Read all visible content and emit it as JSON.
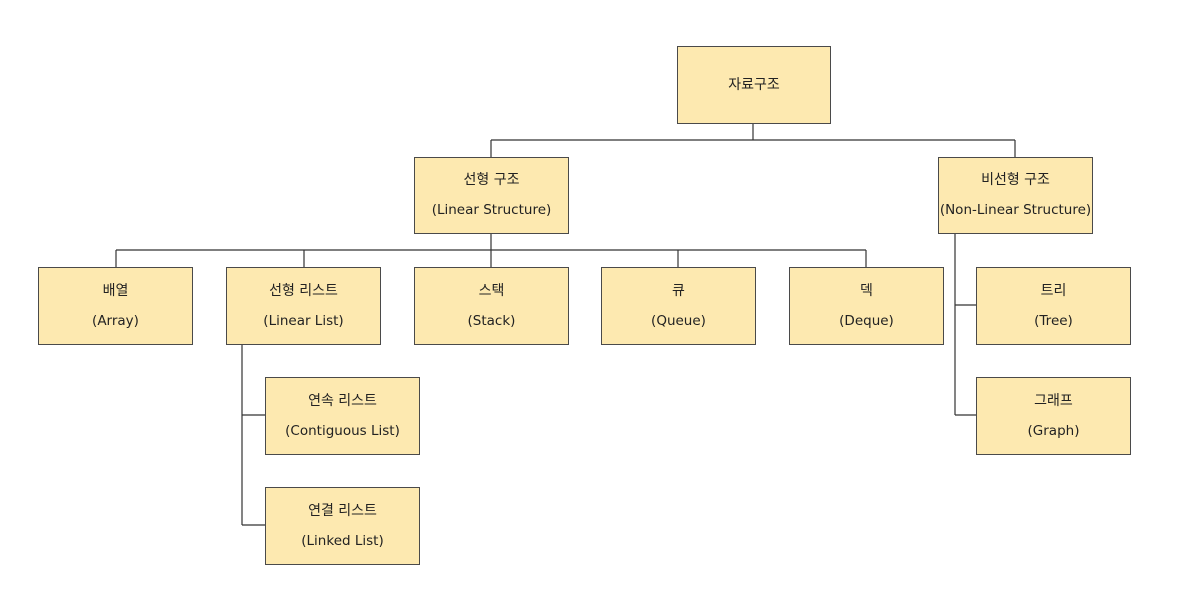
{
  "diagram": {
    "root": {
      "ko": "자료구조"
    },
    "linear": {
      "ko": "선형 구조",
      "en": "(Linear Structure)"
    },
    "nonlinear": {
      "ko": "비선형 구조",
      "en": "(Non-Linear Structure)"
    },
    "array": {
      "ko": "배열",
      "en": "(Array)"
    },
    "linear_list": {
      "ko": "선형 리스트",
      "en": "(Linear List)"
    },
    "stack": {
      "ko": "스택",
      "en": "(Stack)"
    },
    "queue": {
      "ko": "큐",
      "en": "(Queue)"
    },
    "deque": {
      "ko": "덱",
      "en": "(Deque)"
    },
    "contiguous_list": {
      "ko": "연속 리스트",
      "en": "(Contiguous List)"
    },
    "linked_list": {
      "ko": "연결 리스트",
      "en": "(Linked List)"
    },
    "tree": {
      "ko": "트리",
      "en": "(Tree)"
    },
    "graph": {
      "ko": "그래프",
      "en": "(Graph)"
    }
  },
  "colors": {
    "node_fill": "#fde9b0",
    "node_border": "#4a4a4a",
    "connector": "#333333"
  }
}
